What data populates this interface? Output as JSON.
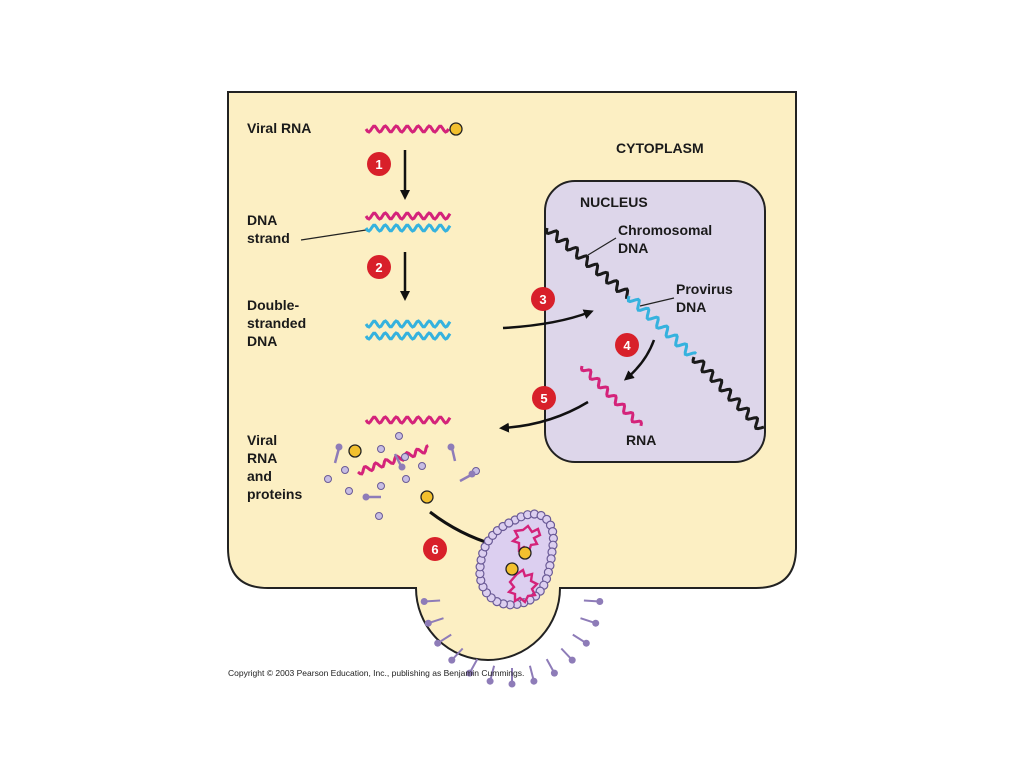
{
  "labels": {
    "viral_rna": "Viral RNA",
    "dna_strand": [
      "DNA",
      "strand"
    ],
    "double_stranded": [
      "Double-",
      "stranded",
      "DNA"
    ],
    "viral_rna_proteins": [
      "Viral",
      "RNA",
      "and",
      "proteins"
    ],
    "cytoplasm": "CYTOPLASM",
    "nucleus": "NUCLEUS",
    "chromosomal_dna": [
      "Chromosomal",
      "DNA"
    ],
    "provirus_dna": [
      "Provirus",
      "DNA"
    ],
    "rna": "RNA"
  },
  "steps": [
    "1",
    "2",
    "3",
    "4",
    "5",
    "6"
  ],
  "colors": {
    "cell": "#fcefc3",
    "nucleus": "#ddd6ea",
    "rna": "#d4237a",
    "dna_new": "#35b2de",
    "host_dna": "#1a1a1a",
    "protein": "#8e7cb8",
    "capsid": "#dccff0",
    "step_badge": "#d8202a",
    "gold": "#f2c02e"
  },
  "copyright": "Copyright © 2003 Pearson Education, Inc., publishing as Benjamin Cummings."
}
